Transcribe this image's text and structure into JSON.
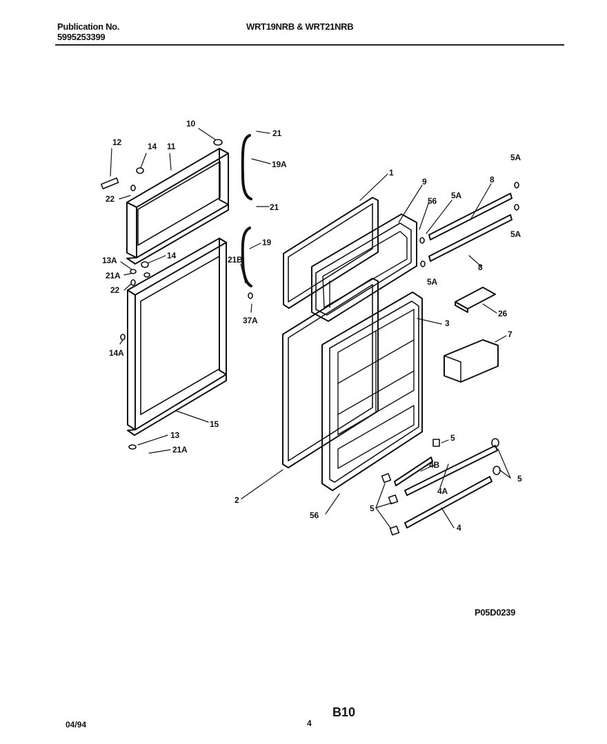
{
  "header": {
    "publication_label": "Publication No.",
    "publication_number": "5995253399",
    "models": "WRT19NRB & WRT21NRB"
  },
  "parts": [
    {
      "id": "p10",
      "text": "10"
    },
    {
      "id": "p21a",
      "text": "21"
    },
    {
      "id": "p12",
      "text": "12"
    },
    {
      "id": "p14a",
      "text": "14"
    },
    {
      "id": "p11",
      "text": "11"
    },
    {
      "id": "p19a",
      "text": "19A"
    },
    {
      "id": "p22a",
      "text": "22"
    },
    {
      "id": "p21b",
      "text": "21"
    },
    {
      "id": "p1",
      "text": "1"
    },
    {
      "id": "p9a",
      "text": "9"
    },
    {
      "id": "p56a",
      "text": "56"
    },
    {
      "id": "p5a1",
      "text": "5A"
    },
    {
      "id": "p8a",
      "text": "8"
    },
    {
      "id": "p5a2",
      "text": "5A"
    },
    {
      "id": "p19",
      "text": "19"
    },
    {
      "id": "p13a",
      "text": "13A"
    },
    {
      "id": "p14b",
      "text": "14"
    },
    {
      "id": "p21b2",
      "text": "21B"
    },
    {
      "id": "p5a3",
      "text": "5A"
    },
    {
      "id": "p21a2",
      "text": "21A"
    },
    {
      "id": "p22b",
      "text": "22"
    },
    {
      "id": "p8b",
      "text": "8"
    },
    {
      "id": "p5a4",
      "text": "5A"
    },
    {
      "id": "p37a",
      "text": "37A"
    },
    {
      "id": "p26",
      "text": "26"
    },
    {
      "id": "p3",
      "text": "3"
    },
    {
      "id": "p7",
      "text": "7"
    },
    {
      "id": "p14a2",
      "text": "14A"
    },
    {
      "id": "p15",
      "text": "15"
    },
    {
      "id": "p13",
      "text": "13"
    },
    {
      "id": "p21a3",
      "text": "21A"
    },
    {
      "id": "p5b",
      "text": "5"
    },
    {
      "id": "p4b",
      "text": "4B"
    },
    {
      "id": "p5c",
      "text": "5"
    },
    {
      "id": "p2",
      "text": "2"
    },
    {
      "id": "p4a",
      "text": "4A"
    },
    {
      "id": "p5d",
      "text": "5"
    },
    {
      "id": "p56b",
      "text": "56"
    },
    {
      "id": "p4",
      "text": "4"
    }
  ],
  "diagram_code": "P05D0239",
  "footer": {
    "date": "04/94",
    "page": "4",
    "section": "B10"
  }
}
